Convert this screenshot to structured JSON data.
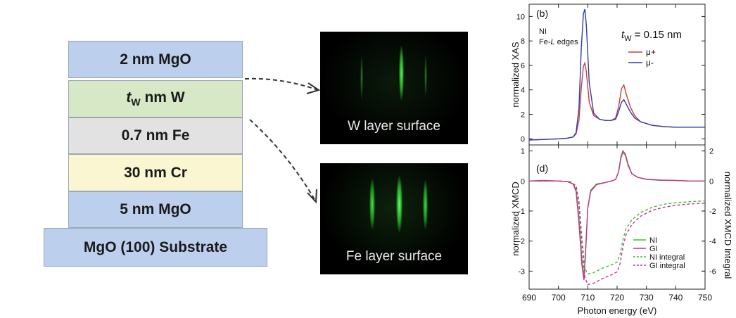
{
  "stack": {
    "layers": [
      {
        "label": "2 nm MgO",
        "color": "#bcd0ee"
      },
      {
        "label_prefix": "t",
        "label_sub": "W",
        "label_suffix": " nm W",
        "color": "#d6e8c6"
      },
      {
        "label": "0.7 nm Fe",
        "color": "#e2e2e2"
      },
      {
        "label": "30 nm Cr",
        "color": "#fbf6d2"
      },
      {
        "label": "5 nm MgO",
        "color": "#bcd0ee"
      },
      {
        "label": "MgO (100) Substrate",
        "color": "#bcd0ee"
      }
    ]
  },
  "rheed": {
    "top_caption": "W layer surface",
    "bottom_caption": "Fe layer surface",
    "streak_color": "#3bd63b"
  },
  "chart_data": [
    {
      "panel": "(b)",
      "type": "line",
      "ylabel": "normalized XAS",
      "ylim": [
        -0.5,
        11
      ],
      "yticks": [
        0,
        2,
        4,
        6,
        8,
        10
      ],
      "xlim": [
        690,
        750
      ],
      "annotations": {
        "mode": "NI",
        "edge_prefix": "Fe-",
        "edge_italic": "L",
        "edge_suffix": " edges",
        "thick_prefix": "t",
        "thick_sub": "W",
        "thick_suffix": " = 0.15 nm"
      },
      "series": [
        {
          "name": "μ+",
          "color": "#d03a3a",
          "x": [
            690,
            695,
            700,
            703,
            705,
            706,
            707,
            707.8,
            708.5,
            709,
            709.5,
            710.5,
            712,
            714,
            716,
            718,
            719.5,
            720.5,
            721.5,
            722.3,
            723.2,
            724.5,
            726,
            728,
            732,
            736,
            740,
            745,
            750
          ],
          "y": [
            -0.1,
            -0.05,
            0.0,
            0.05,
            0.15,
            0.4,
            1.5,
            4.2,
            5.9,
            6.2,
            5.5,
            3.0,
            1.9,
            1.6,
            1.5,
            1.5,
            1.7,
            2.6,
            4.1,
            4.4,
            3.6,
            2.6,
            1.9,
            1.4,
            1.1,
            1.0,
            0.95,
            0.95,
            0.95
          ]
        },
        {
          "name": "μ-",
          "color": "#2b3fb0",
          "x": [
            690,
            695,
            700,
            703,
            705,
            706,
            707,
            707.8,
            708.5,
            709,
            709.5,
            710.5,
            712,
            714,
            716,
            718,
            719.5,
            720.5,
            721.5,
            722.3,
            723.2,
            724.5,
            726,
            728,
            732,
            736,
            740,
            745,
            750
          ],
          "y": [
            -0.1,
            -0.05,
            0.0,
            0.05,
            0.15,
            0.5,
            2.5,
            7.5,
            10.2,
            10.6,
            9.3,
            4.6,
            2.1,
            1.6,
            1.5,
            1.5,
            1.6,
            2.2,
            3.0,
            3.2,
            2.8,
            2.2,
            1.7,
            1.4,
            1.1,
            1.0,
            0.95,
            0.95,
            0.95
          ]
        }
      ]
    },
    {
      "panel": "(d)",
      "type": "line",
      "xlabel": "Photon energy (eV)",
      "ylabel": "normalized XMCD",
      "ylabel_right": "normalized XMCD Integral",
      "xlim": [
        690,
        750
      ],
      "xticks": [
        690,
        700,
        710,
        720,
        730,
        740,
        750
      ],
      "ylim": [
        -3.6,
        1.2
      ],
      "yticks": [
        -3,
        -2,
        -1,
        0,
        1
      ],
      "ylim_right": [
        -7.2,
        2.4
      ],
      "yticks_right": [
        -6,
        -4,
        -2,
        0,
        2
      ],
      "series": [
        {
          "name": "NI",
          "color": "#3cbf3c",
          "axis": "left",
          "dash": false,
          "x": [
            690,
            695,
            700,
            703,
            705,
            706,
            707,
            708,
            708.7,
            709.2,
            710,
            711,
            713,
            716,
            718,
            719.5,
            720.5,
            721.3,
            722,
            722.8,
            723.8,
            725,
            727,
            730,
            735,
            740,
            745,
            750
          ],
          "y": [
            0,
            0,
            0,
            -0.02,
            -0.1,
            -0.3,
            -1.2,
            -2.6,
            -3.2,
            -2.4,
            -0.9,
            -0.3,
            -0.1,
            -0.05,
            0.0,
            0.05,
            0.3,
            0.75,
            0.95,
            0.85,
            0.5,
            0.25,
            0.12,
            0.05,
            0.02,
            0.02,
            0.0,
            0.0
          ]
        },
        {
          "name": "GI",
          "color": "#c8328a",
          "axis": "left",
          "dash": false,
          "x": [
            690,
            695,
            700,
            703,
            705,
            706,
            707,
            708,
            708.7,
            709.2,
            710,
            711,
            713,
            716,
            718,
            719.5,
            720.5,
            721.3,
            722,
            722.8,
            723.8,
            725,
            727,
            730,
            735,
            740,
            745,
            750
          ],
          "y": [
            0,
            0.02,
            0,
            -0.02,
            -0.1,
            -0.35,
            -1.4,
            -2.8,
            -3.3,
            -2.5,
            -0.9,
            -0.35,
            -0.12,
            -0.05,
            0.0,
            0.05,
            0.3,
            0.8,
            1.0,
            0.9,
            0.55,
            0.25,
            0.12,
            0.06,
            0.03,
            0.02,
            0.0,
            0.0
          ]
        },
        {
          "name": "NI integral",
          "color": "#3cbf3c",
          "axis": "right",
          "dash": true,
          "x": [
            690,
            700,
            704,
            706,
            707,
            708,
            709,
            710,
            712,
            715,
            718,
            720,
            721,
            722,
            723,
            725,
            728,
            732,
            736,
            740,
            745,
            750
          ],
          "y": [
            0,
            0,
            -0.05,
            -0.3,
            -1.3,
            -3.8,
            -5.8,
            -6.2,
            -6.1,
            -5.8,
            -5.6,
            -5.4,
            -4.9,
            -3.9,
            -3.2,
            -2.6,
            -2.1,
            -1.75,
            -1.55,
            -1.45,
            -1.38,
            -1.32
          ]
        },
        {
          "name": "GI integral",
          "color": "#c8328a",
          "axis": "right",
          "dash": true,
          "x": [
            690,
            700,
            704,
            706,
            707,
            708,
            709,
            710,
            712,
            715,
            718,
            720,
            721,
            722,
            723,
            725,
            728,
            732,
            736,
            740,
            745,
            750
          ],
          "y": [
            0,
            0,
            -0.05,
            -0.35,
            -1.5,
            -4.2,
            -6.4,
            -6.9,
            -6.8,
            -6.5,
            -6.25,
            -6.05,
            -5.5,
            -4.4,
            -3.6,
            -2.9,
            -2.35,
            -1.95,
            -1.75,
            -1.62,
            -1.53,
            -1.47
          ]
        }
      ],
      "legend": [
        {
          "label": "NI",
          "color": "#3cbf3c",
          "dash": false
        },
        {
          "label": "GI",
          "color": "#c8328a",
          "dash": false
        },
        {
          "label": "NI integral",
          "color": "#3cbf3c",
          "dash": true
        },
        {
          "label": "GI integral",
          "color": "#c8328a",
          "dash": true
        }
      ]
    }
  ]
}
